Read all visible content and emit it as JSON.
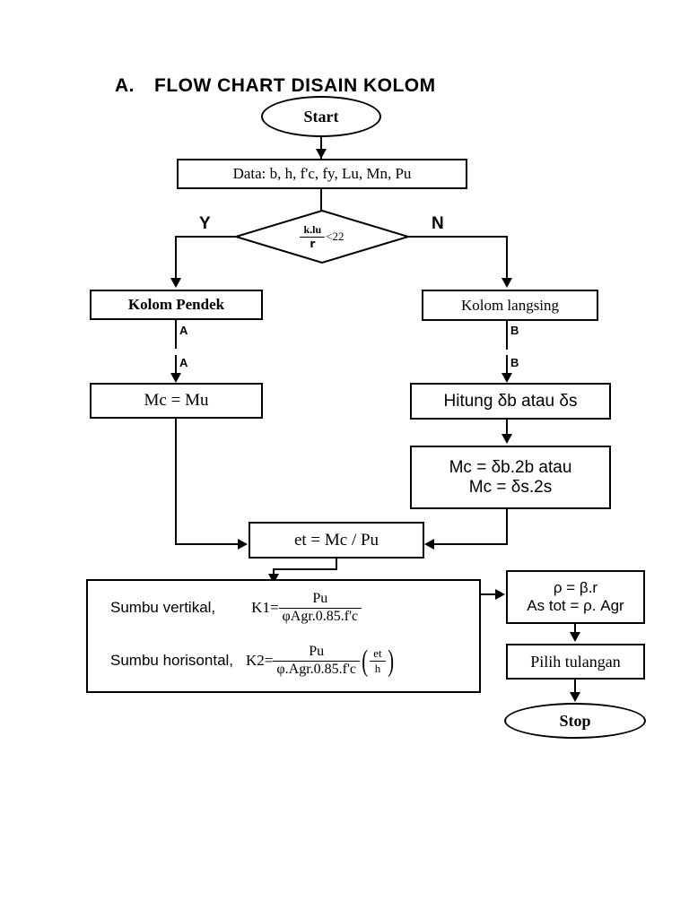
{
  "title": {
    "section": "A.",
    "text": "FLOW  CHART DISAIN KOLOM"
  },
  "nodes": {
    "start": {
      "label": "Start",
      "shape": "ellipse"
    },
    "data": {
      "label": "Data: b, h, f'c, fy, Lu, Mn, Pu",
      "shape": "box"
    },
    "decision": {
      "numerator": "k.lu",
      "denominator": "r",
      "comparison": "<22",
      "shape": "diamond"
    },
    "kolom_pendek": {
      "label": "Kolom Pendek",
      "shape": "box"
    },
    "kolom_langsing": {
      "label": "Kolom langsing",
      "shape": "box"
    },
    "mc_mu": {
      "label": "Mc = Mu",
      "shape": "box"
    },
    "hitung": {
      "label": "Hitung δb atau δs",
      "shape": "box"
    },
    "mc_delta": {
      "line1": "Mc = δb.2b atau",
      "line2": "Mc = δs.2s",
      "shape": "box"
    },
    "et": {
      "label": "et = Mc / Pu",
      "shape": "box"
    },
    "rho": {
      "line1": "ρ = β.r",
      "line2": "As tot = ρ. Agr",
      "shape": "box"
    },
    "pilih": {
      "label": "Pilih tulangan",
      "shape": "box"
    },
    "stop": {
      "label": "Stop",
      "shape": "ellipse"
    }
  },
  "formula_panel": {
    "rows": [
      {
        "axis_label": "Sumbu vertikal,",
        "k_label": "K1=",
        "numerator": "Pu",
        "denominator": "φAgr.0.85.f'c",
        "factor_num": "",
        "factor_den": ""
      },
      {
        "axis_label": "Sumbu horisontal,",
        "k_label": "K2=",
        "numerator": "Pu",
        "denominator": "φ.Agr.0.85.f'c",
        "factor_num": "et",
        "factor_den": "h"
      }
    ]
  },
  "edge_labels": {
    "yes": "Y",
    "no": "N",
    "connector_a_top": "A",
    "connector_a_bottom": "A",
    "connector_b_top": "B",
    "connector_b_bottom": "B"
  },
  "colors": {
    "stroke": "#000000",
    "background": "#ffffff"
  }
}
